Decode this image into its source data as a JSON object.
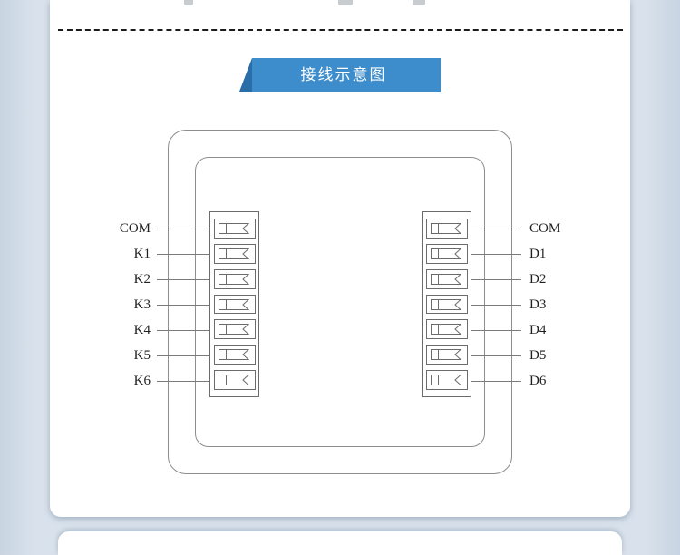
{
  "banner": {
    "title": "接线示意图"
  },
  "diagram": {
    "left_labels": [
      "COM",
      "K1",
      "K2",
      "K3",
      "K4",
      "K5",
      "K6"
    ],
    "right_labels": [
      "COM",
      "D1",
      "D2",
      "D3",
      "D4",
      "D5",
      "D6"
    ]
  },
  "colors": {
    "banner": "#3d8ccb",
    "banner_fold": "#2b6da6",
    "page_bg": "#d9e2ec",
    "panel_bg": "#ffffff",
    "line": "#7a7a7a",
    "label_text": "#1f1f1f"
  }
}
